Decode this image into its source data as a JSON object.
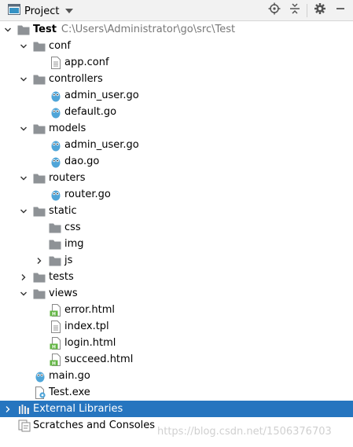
{
  "toolbar": {
    "title": "Project"
  },
  "tree": {
    "root_name": "Test",
    "root_path": "C:\\Users\\Administrator\\go\\src\\Test",
    "items": {
      "conf": "conf",
      "app_conf": "app.conf",
      "controllers": "controllers",
      "admin_user_ctrl": "admin_user.go",
      "default_go": "default.go",
      "models": "models",
      "admin_user_model": "admin_user.go",
      "dao_go": "dao.go",
      "routers": "routers",
      "router_go": "router.go",
      "static": "static",
      "css": "css",
      "img": "img",
      "js": "js",
      "tests": "tests",
      "views": "views",
      "error_html": "error.html",
      "index_tpl": "index.tpl",
      "login_html": "login.html",
      "succeed_html": "succeed.html",
      "main_go": "main.go",
      "test_exe": "Test.exe",
      "external_libraries": "External Libraries",
      "scratches": "Scratches and Consoles"
    }
  },
  "watermark": "https://blog.csdn.net/1506376703",
  "colors": {
    "selection": "#2675bf",
    "folder": "#8e9296",
    "go_file": "#4fa5d8",
    "html_badge": "#62b543"
  }
}
